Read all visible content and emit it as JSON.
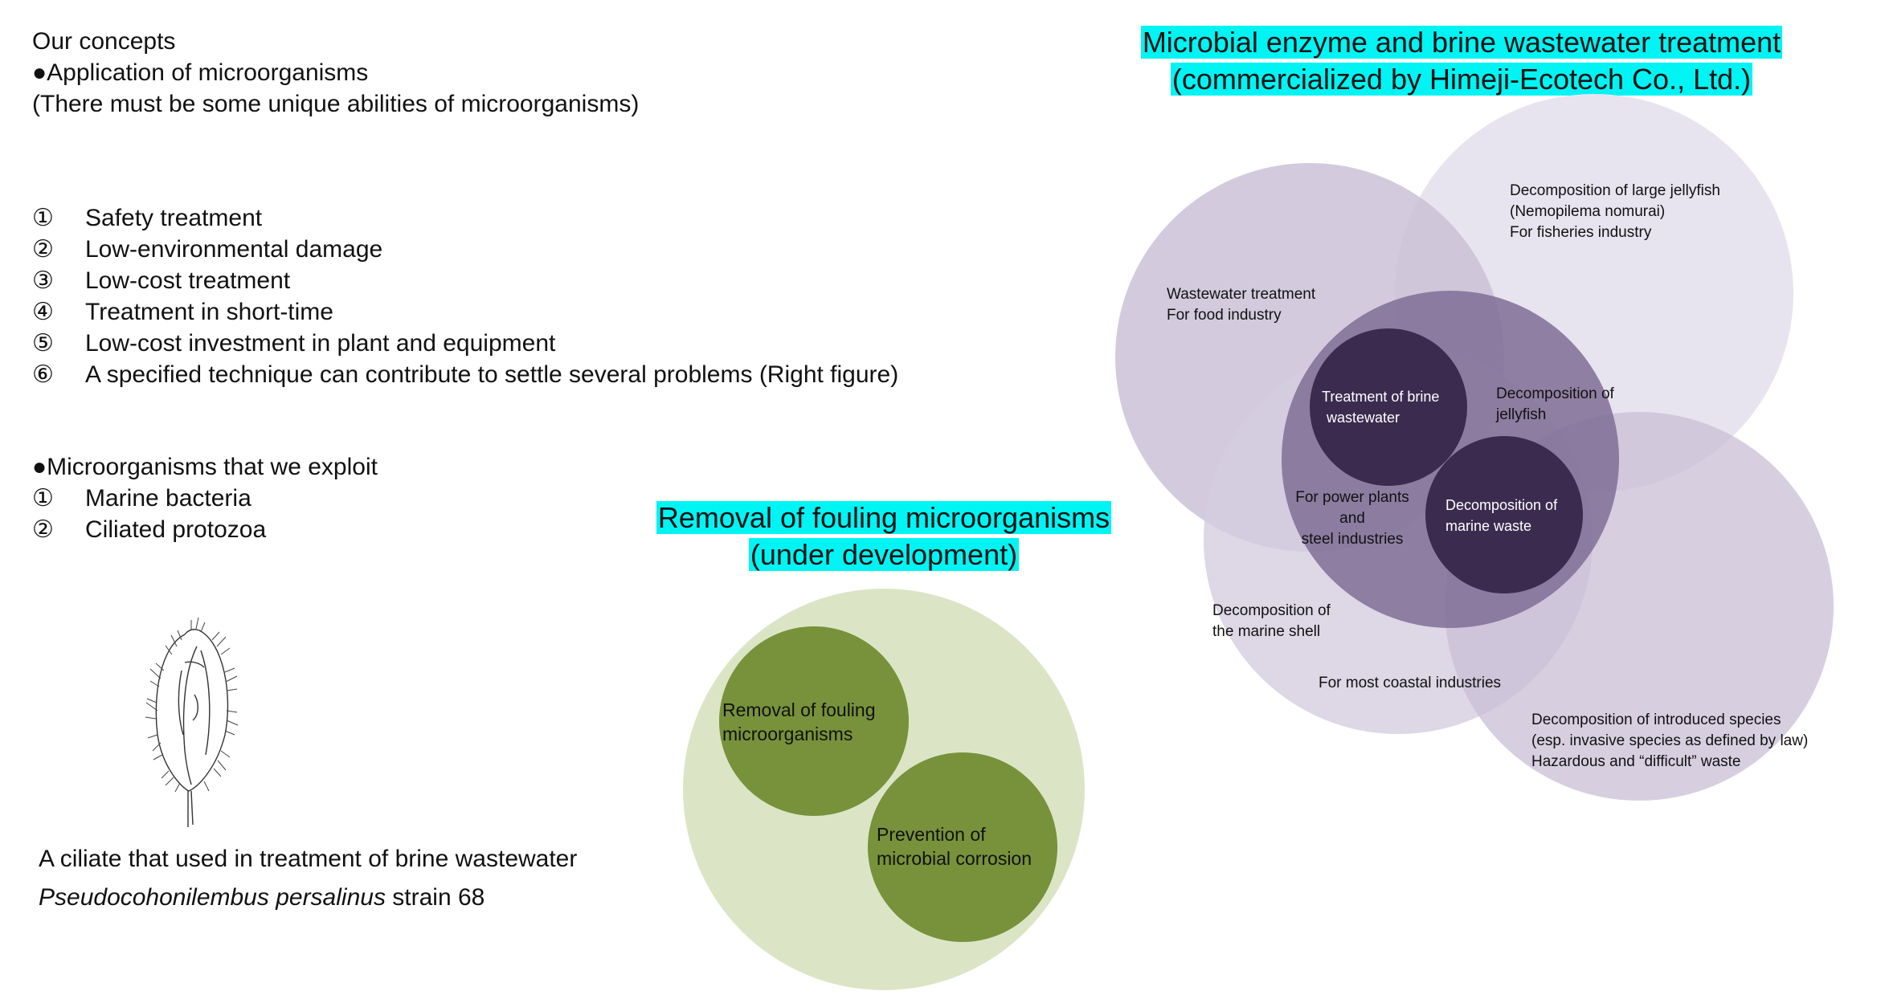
{
  "concepts": {
    "title": "Our concepts",
    "application": "●Application of microorganisms",
    "note": "(There must be some unique abilities of microorganisms)",
    "items": [
      {
        "num": "①",
        "text": "Safety treatment"
      },
      {
        "num": "②",
        "text": "Low-environmental damage"
      },
      {
        "num": "③",
        "text": "Low-cost treatment"
      },
      {
        "num": "④",
        "text": "Treatment in short-time"
      },
      {
        "num": "⑤",
        "text": "Low-cost investment in plant and equipment"
      },
      {
        "num": "⑥",
        "text": "A specified technique can contribute to settle several problems (Right figure)"
      }
    ]
  },
  "microorganisms": {
    "title": "●Microorganisms that we exploit",
    "items": [
      {
        "num": "①",
        "text": "Marine bacteria"
      },
      {
        "num": "②",
        "text": "Ciliated protozoa"
      }
    ]
  },
  "caption": {
    "line1": "A ciliate that used in treatment of brine wastewater",
    "species": "Pseudocohonilembus persalinus",
    "strain": " strain 68"
  },
  "right_heading": {
    "line1": "Microbial enzyme and brine wastewater treatment",
    "line2": "(commercialized by Himeji-Ecotech Co., Ltd.)"
  },
  "venn": {
    "wastewater": [
      "Wastewater treatment",
      "For food industry"
    ],
    "jellyfish_large": [
      "Decomposition of large jellyfish",
      "(Nemopilema  nomurai)",
      "For fisheries industry"
    ],
    "jellyfish": [
      "Decomposition  of",
      "jellyfish"
    ],
    "power": [
      "For power plants",
      "and",
      "steel industries"
    ],
    "shell": [
      "Decomposition of",
      "the marine shell"
    ],
    "coastal": "For most coastal industries",
    "introduced": [
      "Decomposition of introduced species",
      "(esp. invasive species as defined by law)",
      "Hazardous  and “difficult” waste"
    ],
    "brine": [
      "Treatment of brine",
      "wastewater"
    ],
    "marine_waste": [
      "Decomposition of",
      "marine waste"
    ]
  },
  "fouling_heading": {
    "line1": "Removal of fouling microorganisms",
    "line2": "(under development)"
  },
  "fouling": {
    "removal": [
      "Removal of fouling",
      "microorganisms"
    ],
    "prevention": [
      "Prevention of",
      "microbial corrosion"
    ]
  },
  "colors": {
    "highlight": "#00f4f4",
    "venn_light": "#e8e4ef",
    "venn_mid": "#c9bfd6",
    "venn_dark": "#7b6a92",
    "venn_darkest": "#3b2c4f",
    "green_light": "#dbe5c6",
    "green_dark": "#77923a"
  }
}
